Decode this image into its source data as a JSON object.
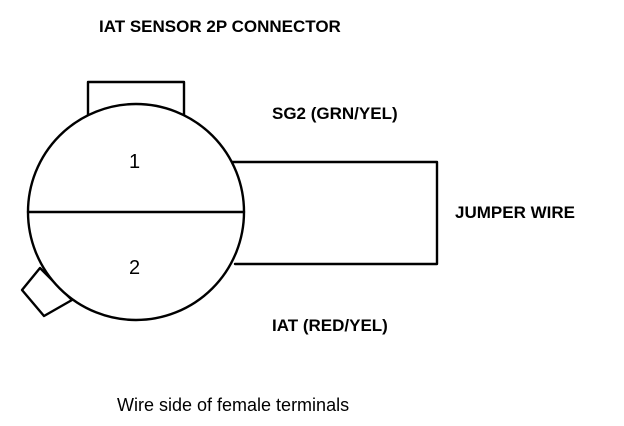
{
  "diagram": {
    "title": "IAT SENSOR 2P CONNECTOR",
    "pin_1_label": "1",
    "pin_2_label": "2",
    "top_wire_label": "SG2 (GRN/YEL)",
    "bottom_wire_label": "IAT (RED/YEL)",
    "jumper_label": "JUMPER WIRE",
    "caption": "Wire side of female terminals"
  }
}
